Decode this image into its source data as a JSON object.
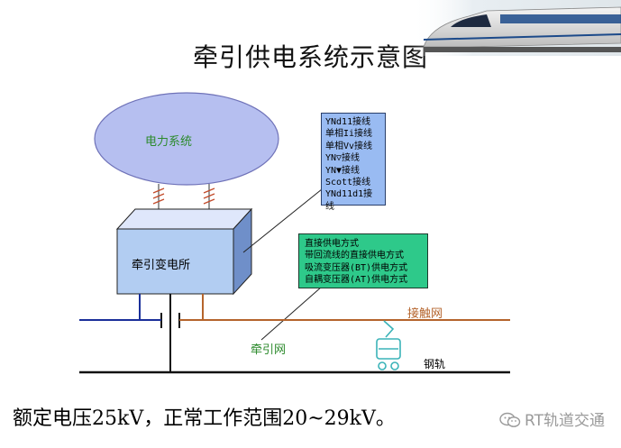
{
  "title": "牵引供电系统示意图",
  "power_system_label": "电力系统",
  "substation_label": "牵引变电所",
  "wiring_methods": [
    "YNd11接线",
    "单相Ii接线",
    "单相Vv接线",
    "YN▽接线",
    "YN▼接线",
    "Scott接线",
    "YNd11d1接线"
  ],
  "supply_methods": [
    "直接供电方式",
    "带回流线的直接供电方式",
    "吸流变压器(BT)供电方式",
    "自耦变压器(AT)供电方式"
  ],
  "catenary_label": "接触网",
  "traction_network_label": "牵引网",
  "rail_label": "钢轨",
  "bottom_text": "额定电压25kV，正常工作范围20~29kV。",
  "watermark": "RT轨道交通",
  "colors": {
    "ellipse_fill": "#b6bff0",
    "substation_front": "#b2cdf2",
    "substation_top": "#dfe7fb",
    "substation_side": "#6f8fc9",
    "catenary": "#b5642c",
    "feeder_blue": "#1a2f9a",
    "label_green": "#2c8a2c"
  },
  "icons": [
    "train-image-icon",
    "wechat-icon",
    "train-car-icon",
    "lightning-arrester-icon"
  ]
}
